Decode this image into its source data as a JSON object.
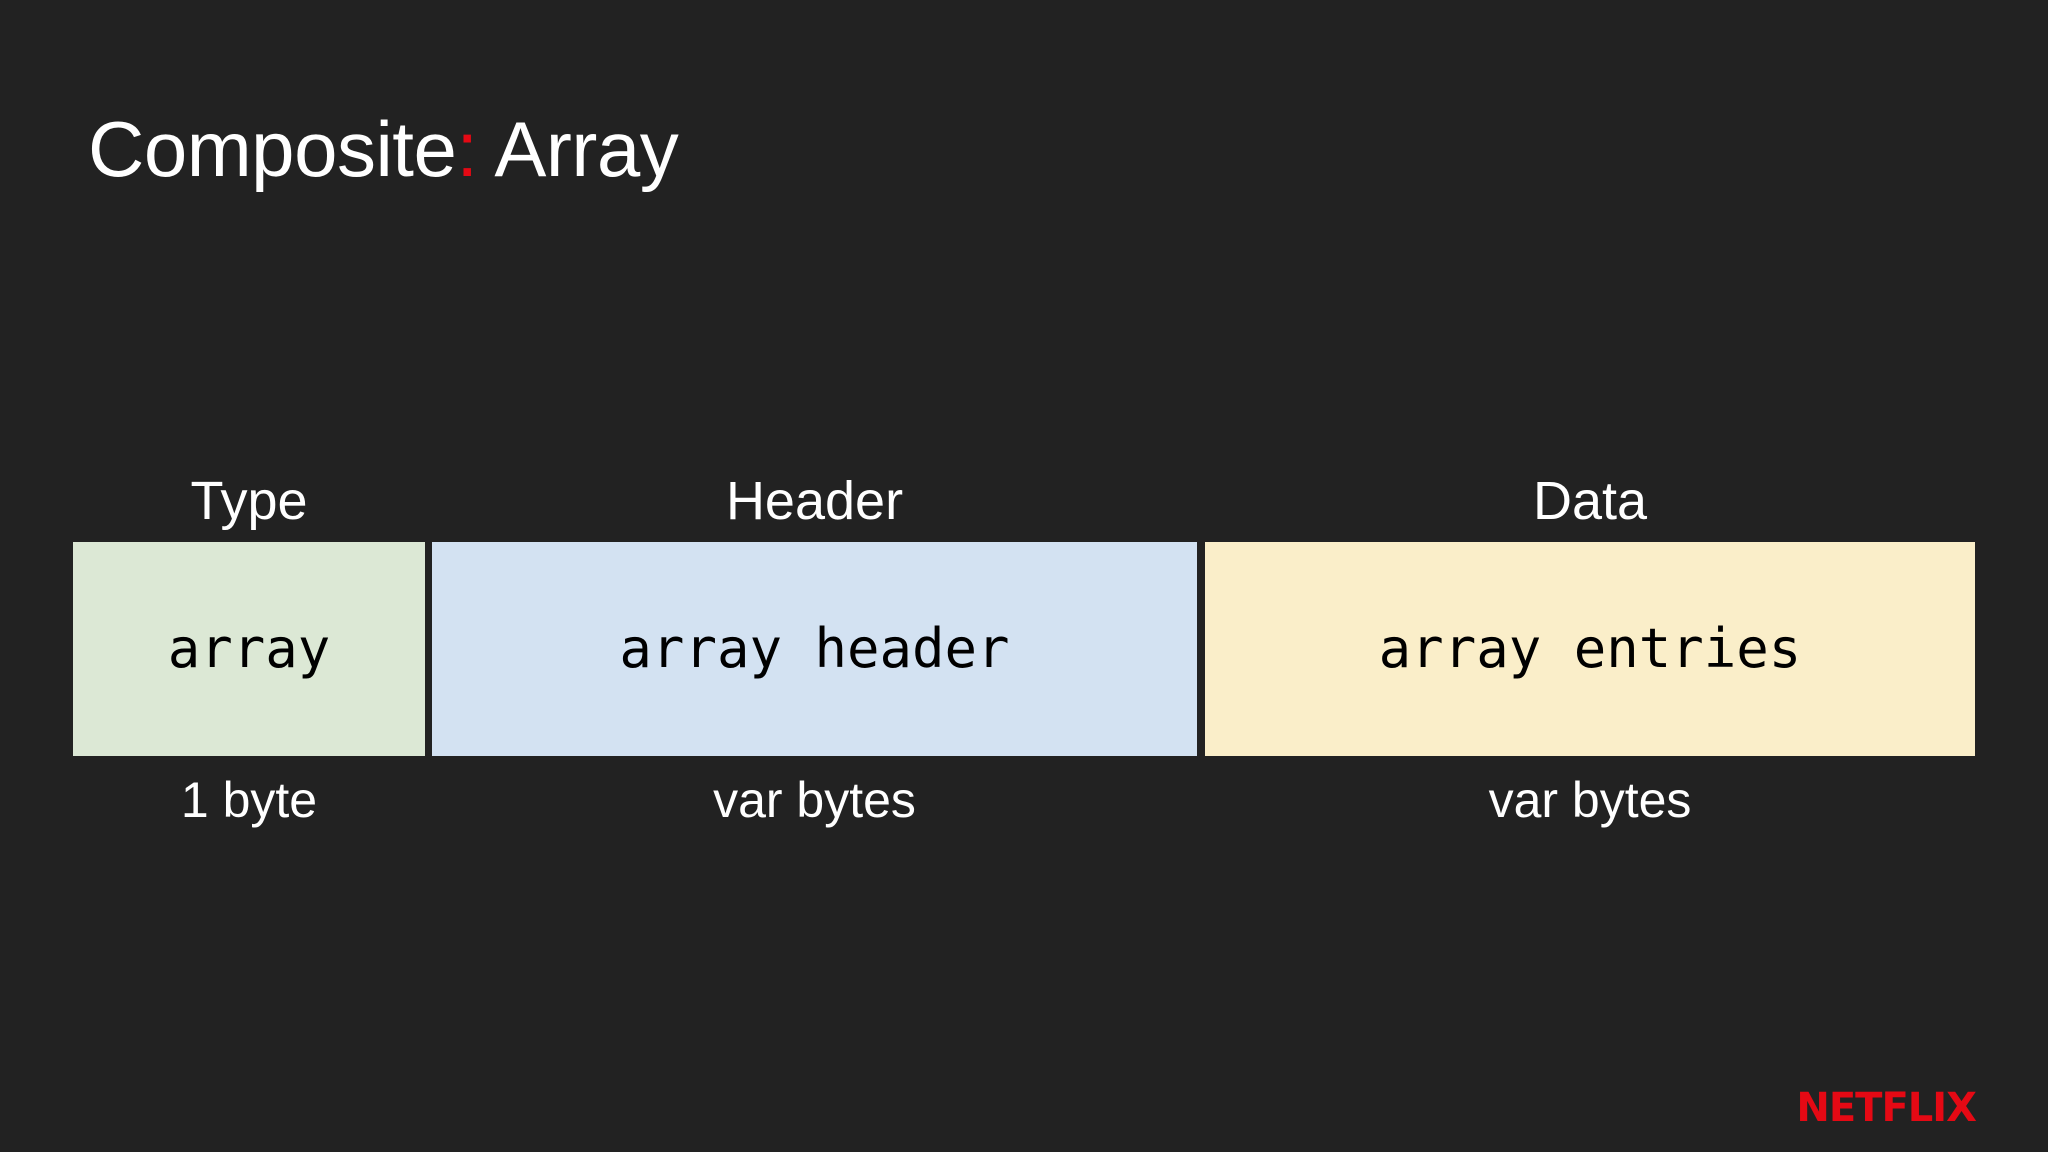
{
  "slide": {
    "background_color": "#222222",
    "title": {
      "prefix": "Composite",
      "separator": ":",
      "suffix": " Array",
      "separator_color": "#e50914",
      "text_color": "#ffffff"
    },
    "diagram": {
      "columns": [
        {
          "header": "Type",
          "value": "array",
          "size": "1 byte",
          "fill_color": "#dce8d5"
        },
        {
          "header": "Header",
          "value": "array header",
          "size": "var bytes",
          "fill_color": "#d3e2f2"
        },
        {
          "header": "Data",
          "value": "array entries",
          "size": "var bytes",
          "fill_color": "#faeec9"
        }
      ]
    },
    "branding": {
      "logo_text": "NETFLIX",
      "logo_color": "#e50914"
    }
  }
}
